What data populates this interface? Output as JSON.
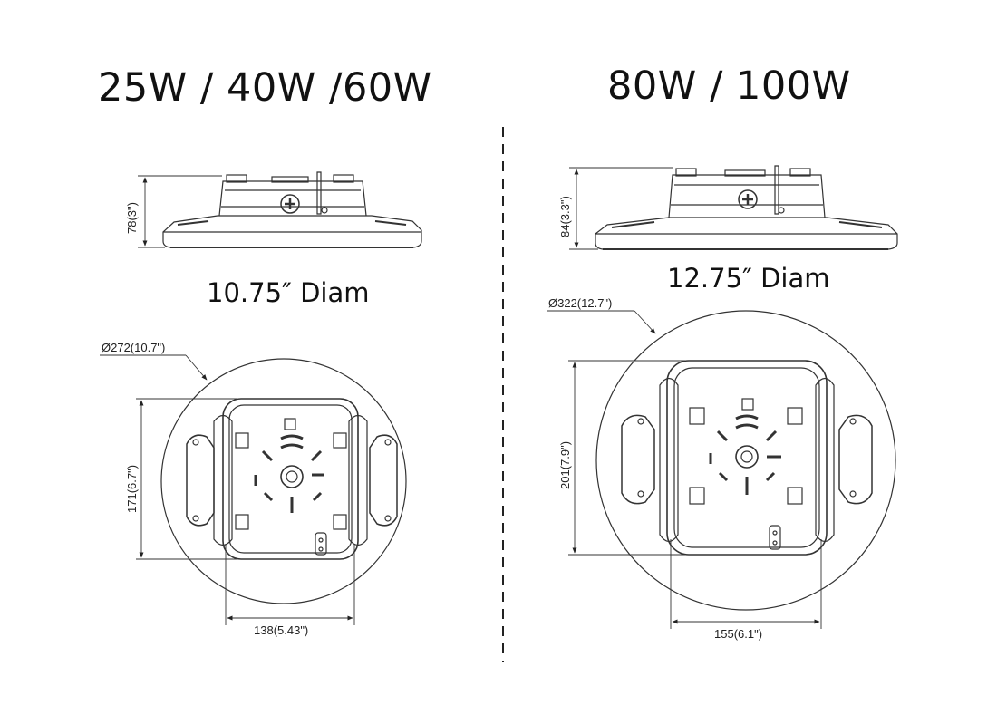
{
  "left": {
    "title": "25W / 40W /60W",
    "diameter_label": "10.75″ Diam",
    "height_dim": "78(3\")",
    "outer_dim": "Ø272(10.7\")",
    "plate_height_dim": "171(6.7\")",
    "plate_width_dim": "138(5.43\")"
  },
  "right": {
    "title": "80W / 100W",
    "diameter_label": "12.75″ Diam",
    "height_dim": "84(3.3\")",
    "outer_dim": "Ø322(12.7\")",
    "plate_height_dim": "201(7.9\")",
    "plate_width_dim": "155(6.1\")"
  }
}
